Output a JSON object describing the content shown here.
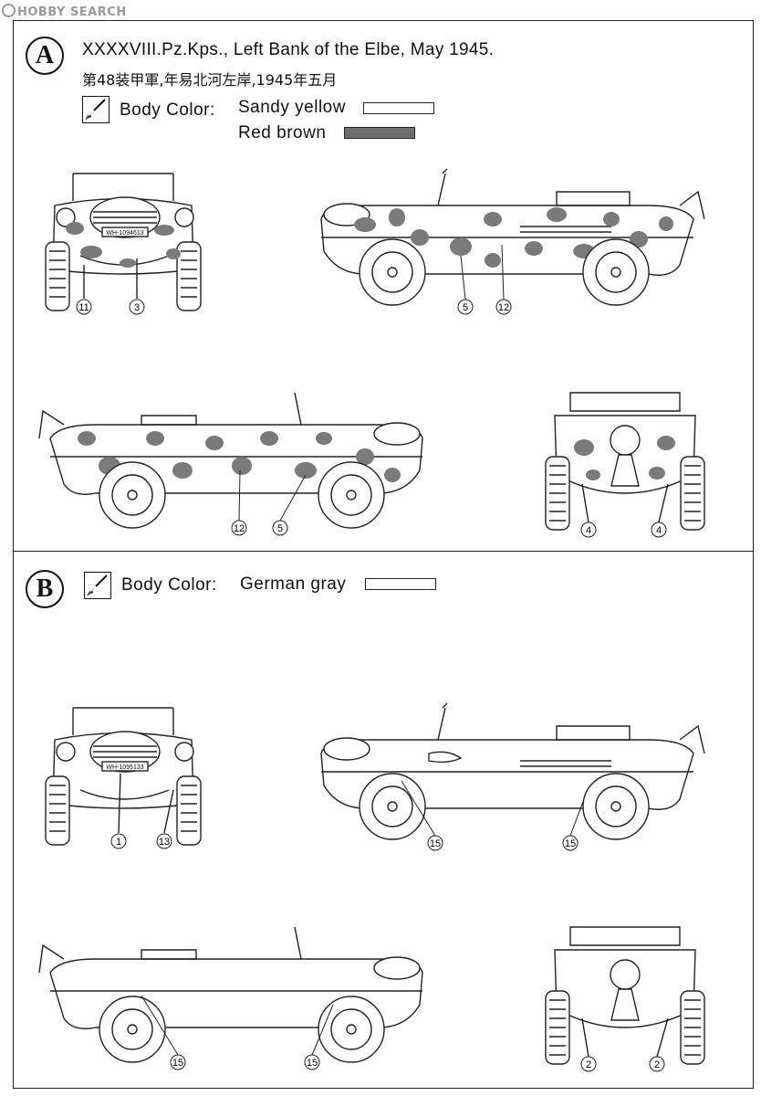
{
  "watermark": "HOBBY SEARCH",
  "scheme_a": {
    "badge": "A",
    "title": "XXXXVIII.Pz.Kps., Left Bank of the Elbe, May 1945.",
    "subtitle_cn": "第48装甲軍,年易北河左岸,1945年五月",
    "body_color_label": "Body Color:",
    "colors": [
      {
        "name": "Sandy yellow",
        "hex": "#ffffff"
      },
      {
        "name": "Red brown",
        "hex": "#6e6e6e"
      }
    ],
    "plate_front": "WH-1094613",
    "callouts": {
      "front": [
        "11",
        "3"
      ],
      "left_side": [
        "5",
        "12"
      ],
      "right_side": [
        "12",
        "5"
      ],
      "rear": [
        "4",
        "4"
      ]
    }
  },
  "scheme_b": {
    "badge": "B",
    "body_color_label": "Body Color:",
    "colors": [
      {
        "name": "German gray",
        "hex": "#ffffff"
      }
    ],
    "plate_front": "WH-1095133",
    "callouts": {
      "front": [
        "1",
        "13"
      ],
      "left_side": [
        "15",
        "15"
      ],
      "right_side": [
        "15",
        "15"
      ],
      "rear": [
        "2",
        "2"
      ]
    }
  },
  "colors": {
    "line": "#222222",
    "camo": "#7a7a7a"
  },
  "icons": {
    "paint": "paintbrush-icon",
    "callout": "numbered-circle"
  }
}
